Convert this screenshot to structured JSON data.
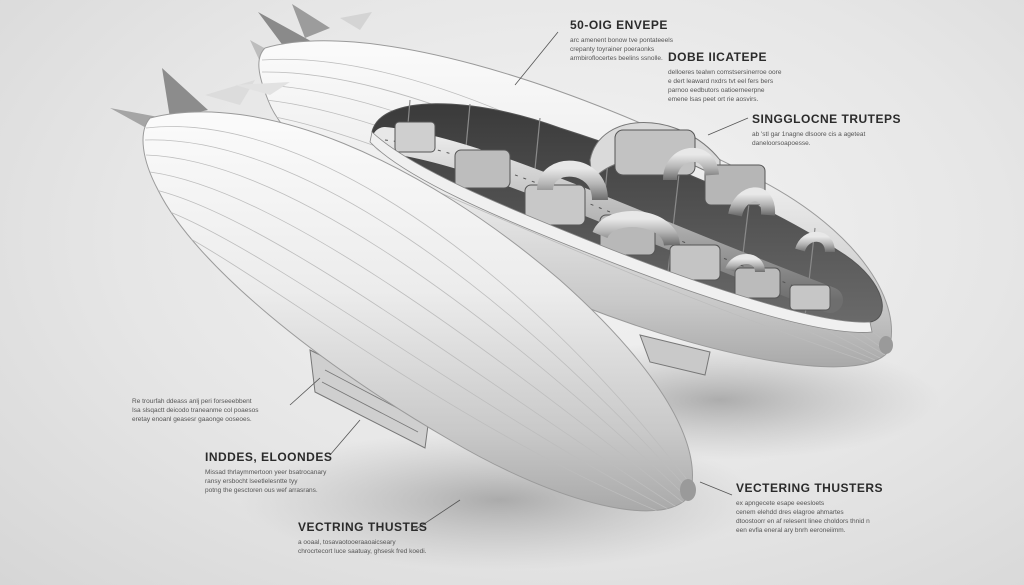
{
  "callouts": {
    "envelope": {
      "title": "50-OIG ENVEPE",
      "lines": [
        "arc amenent bonow tve pontateeels",
        "crepanty toyrainer poeraonks",
        "armbiroflocertes beelins ssnolle."
      ]
    },
    "dobe": {
      "title": "DOBE IICATEPE",
      "lines": [
        "delloeres tealwn comstsersinerroe oore",
        "e dert leaward nxdrs tvt eel fers bers",
        "parnoo eedbutors oatioerneerpne",
        "emene lsas peet ort rie aosvirs."
      ]
    },
    "singglocne": {
      "title": "SINGGLOCNE TRUTEPS",
      "lines": [
        "ab 'stl gar 1nagne dlsoore cis a ageteat",
        "daneloorsoapoesse."
      ]
    },
    "left_text": {
      "lines": [
        "Re trourfah ddeass anlj peri forseeebbent",
        "Isa slsqactt deicodo traneanme col poaesos",
        "eretay enoanl geasesr gaaonge ooseoes."
      ]
    },
    "inddes": {
      "title": "INDDES, ELOONDES",
      "lines": [
        "Missad thrlaymmertoon yeer bsatrocanary",
        "ransy ersbocht lseetlelesntte tyy",
        "potng the gesctoren ous wef arrasrans."
      ]
    },
    "vectering": {
      "title": "VECTERING THUSTERS",
      "lines": [
        "ex apngecete esape eeesloets",
        "cenem elehdd dres elagroe ahmartes",
        "dtoostoorr en af relesent linee choldors thnid n",
        "een evfia eneral ary bnrh eeroneiimm."
      ]
    },
    "vectring": {
      "title": "VECTRING THUSTES",
      "lines": [
        "a ooaal, tosavaotooeraaoaicseary",
        "chrocrtecort luce saatuay, ghsesk fred koedi."
      ]
    }
  }
}
